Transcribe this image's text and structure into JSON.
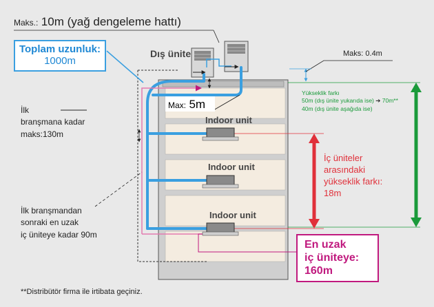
{
  "title_prefix": "Maks.:",
  "title_main": "10m (yağ dengeleme hattı)",
  "total_length": {
    "label": "Toplam uzunluk:",
    "value": "1000m"
  },
  "outdoor_unit_label": "Dış ünite",
  "max_5m": {
    "prefix": "Max:",
    "value": "5m"
  },
  "max_04m": "Maks: 0.4m",
  "height_diff": {
    "title": "Yükseklik farkı",
    "line1": "50m (dış ünite yukarıda ise)",
    "line1_extra": "70m**",
    "line2": "40m (dış ünite aşağıda ise)"
  },
  "first_branch": {
    "line1": "İlk",
    "line2": "branşmana kadar",
    "line3": "maks:130m"
  },
  "farthest_from_branch": {
    "line1": "İlk branşmandan",
    "line2": "sonraki en uzak",
    "line3": "iç üniteye kadar 90m"
  },
  "indoor_units": [
    "Indoor unit",
    "Indoor unit",
    "Indoor unit"
  ],
  "indoor_diff": {
    "line1": "İç üniteler",
    "line2": "arasındaki",
    "line3": "yükseklik farkı:",
    "line4": "18m"
  },
  "farthest_indoor": {
    "line1": "En uzak",
    "line2": "iç üniteye:",
    "line3": "160m"
  },
  "footnote": "**Distribütör firma ile irtibata geçiniz.",
  "colors": {
    "blue": "#3a9fe0",
    "red": "#e0303a",
    "green": "#1a9a3a",
    "magenta": "#c0197e",
    "pink": "#e37ab0"
  }
}
